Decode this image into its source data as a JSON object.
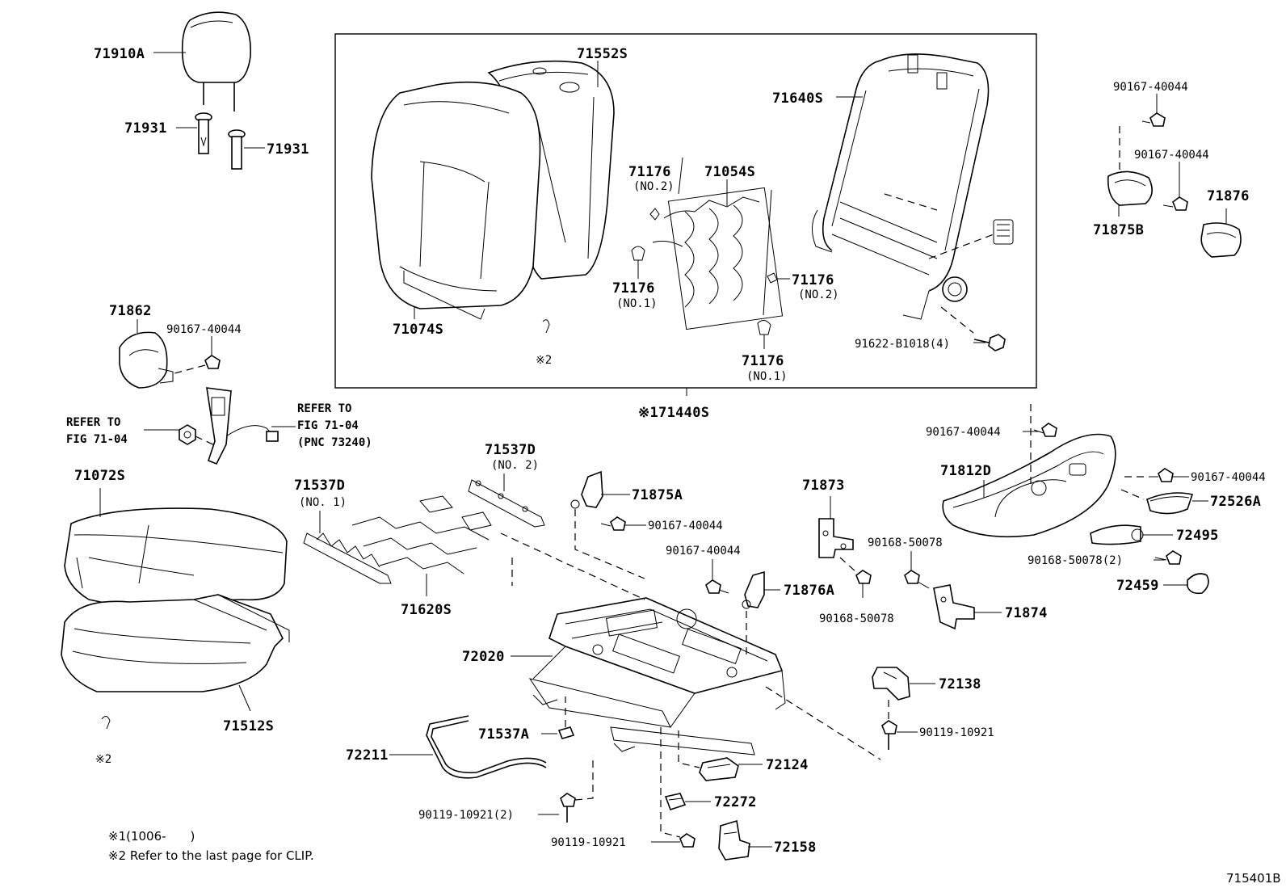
{
  "figure_id": "715401B",
  "group": {
    "label": "※171440S"
  },
  "labels": {
    "headrest": "71910A",
    "headrest_support_a": "71931",
    "headrest_support_b": "71931",
    "back_cover": "71552S",
    "back_pad": "71074S",
    "back_frame": "71640S",
    "spring": "71054S",
    "hook_no2_a": "71176",
    "hook_no2_a_sub": "(NO.2)",
    "hook_no1_a": "71176",
    "hook_no1_a_sub": "(NO.1)",
    "hook_no2_b": "71176",
    "hook_no2_b_sub": "(NO.2)",
    "hook_no1_b": "71176",
    "hook_no1_b_sub": "(NO.1)",
    "clip_back": "※2",
    "bolt_back_frame": "91622-B1018(4)",
    "screw_top_a": "90167-40044",
    "screw_top_b": "90167-40044",
    "cover_71875b": "71875B",
    "cover_71876": "71876",
    "cover_71862": "71862",
    "screw_71862": "90167-40044",
    "refer_left_1": "REFER TO",
    "refer_left_2": "FIG 71-04",
    "refer_right_1": "REFER TO",
    "refer_right_2": "FIG 71-04",
    "refer_right_3": "(PNC 73240)",
    "cushion_cover": "71072S",
    "cushion_pad": "71512S",
    "clip_cushion": "※2",
    "spring_71537d_no2": "71537D",
    "spring_71537d_no2_sub": "(NO. 2)",
    "spring_71537d_no1": "71537D",
    "spring_71537d_no1_sub": "(NO. 1)",
    "spring_71620s": "71620S",
    "cover_71875a": "71875A",
    "screw_71875a": "90167-40044",
    "screw_71876a": "90167-40044",
    "cover_71876a": "71876A",
    "adjuster": "72020",
    "bracket_71873": "71873",
    "bolt_71873": "90168-50078",
    "bolt_71874": "90168-50078",
    "bracket_71874": "71874",
    "shield": "71812D",
    "screw_shield_top": "90167-40044",
    "screw_shield_right": "90167-40044",
    "knob_72526a": "72526A",
    "knob_72495": "72495",
    "screw_knob": "90168-50078(2)",
    "cap_72459": "72459",
    "cover_72138": "72138",
    "bolt_72138": "90119-10921",
    "pad_71537a": "71537A",
    "rod_72211": "72211",
    "cover_72124": "72124",
    "clip_72272": "72272",
    "bolt_rail_a": "90119-10921(2)",
    "bolt_rail_b": "90119-10921",
    "cover_72158": "72158"
  },
  "notes": {
    "note1": "※1(1006-　　)",
    "note2": "※2 Refer to the last page for CLIP."
  }
}
